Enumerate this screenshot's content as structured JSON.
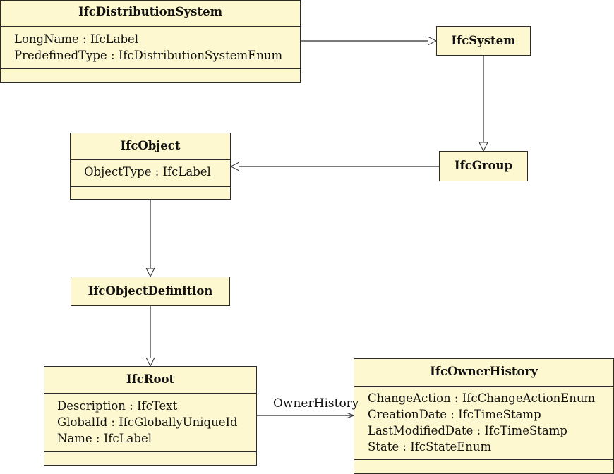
{
  "classes": {
    "distribution_system": {
      "name": "IfcDistributionSystem",
      "attributes": [
        "LongName : IfcLabel",
        "PredefinedType : IfcDistributionSystemEnum"
      ]
    },
    "system": {
      "name": "IfcSystem"
    },
    "object": {
      "name": "IfcObject",
      "attributes": [
        "ObjectType : IfcLabel"
      ]
    },
    "group": {
      "name": "IfcGroup"
    },
    "object_definition": {
      "name": "IfcObjectDefinition"
    },
    "root": {
      "name": "IfcRoot",
      "attributes": [
        "Description : IfcText",
        "GlobalId : IfcGloballyUniqueId",
        "Name : IfcLabel"
      ]
    },
    "owner_history": {
      "name": "IfcOwnerHistory",
      "attributes": [
        "ChangeAction : IfcChangeActionEnum",
        "CreationDate : IfcTimeStamp",
        "LastModifiedDate : IfcTimeStamp",
        "State : IfcStateEnum"
      ]
    }
  },
  "associations": {
    "owner_history_label": "OwnerHistory"
  }
}
